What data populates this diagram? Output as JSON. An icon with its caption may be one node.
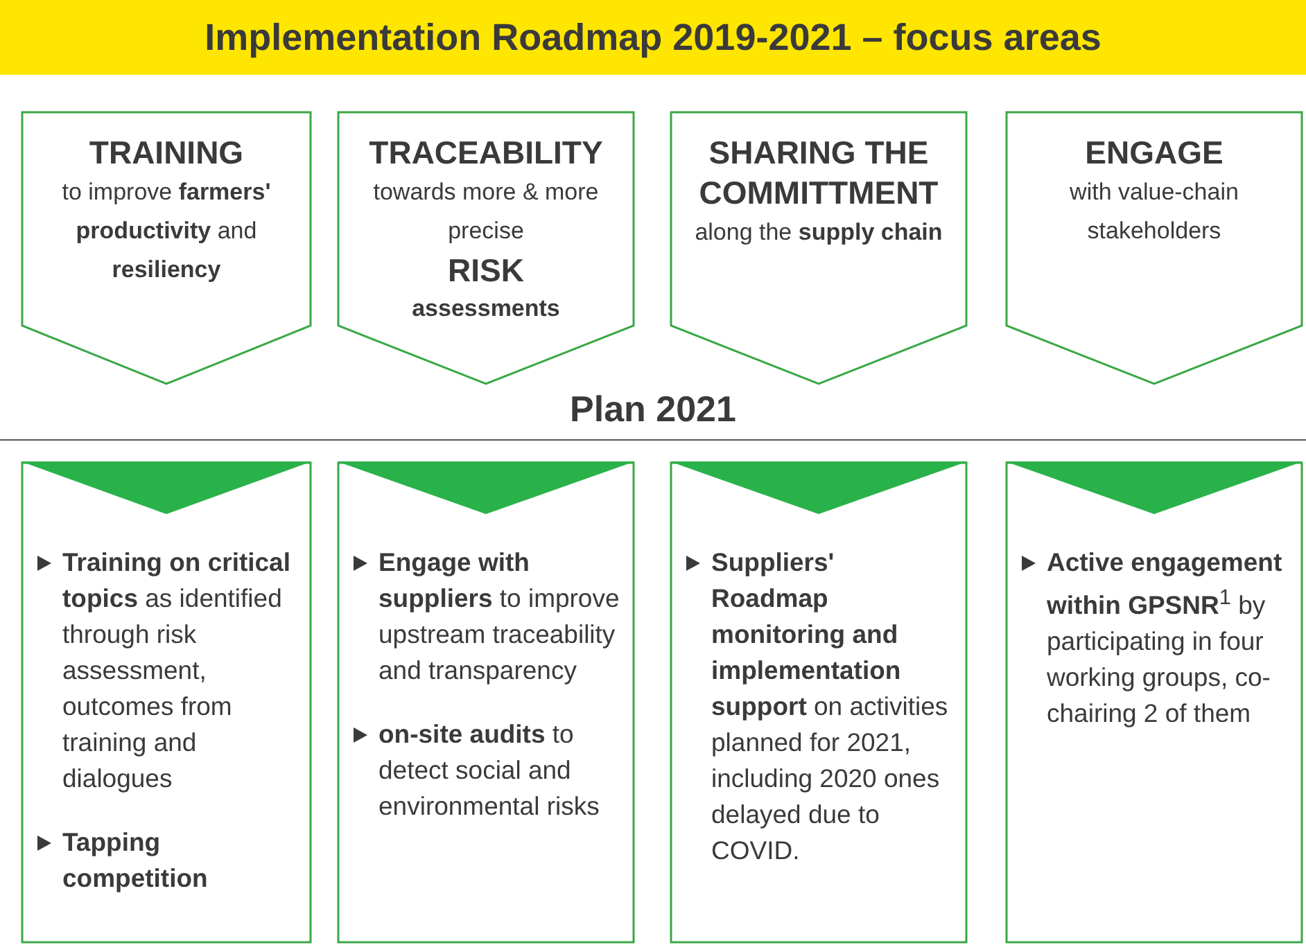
{
  "diagram": {
    "title": "Implementation Roadmap 2019-2021 – focus areas",
    "nodes": [
      {
        "text": [
          "TRAINING",
          "to improve **farmers' productivity** and **resiliency**"
        ]
      },
      {
        "text": [
          "TRACEABILITY",
          "towards more & more precise",
          "RISK",
          "assessments"
        ]
      },
      {
        "text": [
          "SHARING THE COMMITTMENT",
          "along the **supply chain**"
        ]
      },
      {
        "text": [
          "ENGAGE",
          "with value-chain stakeholders"
        ]
      },
      {
        "text": [
          "**Training on critical topics** as identified through risk assessment, outcomes from training and dialogues",
          "Tapping competition"
        ]
      },
      {
        "text": [
          "**Engage with suppliers** to improve upstream traceability and transparency",
          "**on-site audits** to detect social and environmental risks"
        ]
      },
      {
        "text": [
          "**Suppliers' Roadmap monitoring and implementation support** on activities planned for 2021, including 2020 ones delayed due to COVID."
        ]
      },
      {
        "text": [
          "**Active engagement within GPSNR**$^{1}$ by participating in four working groups, co-chairing 2 of them"
        ]
      }
    ],
    "labels": [
      "Plan 2021"
    ]
  }
}
